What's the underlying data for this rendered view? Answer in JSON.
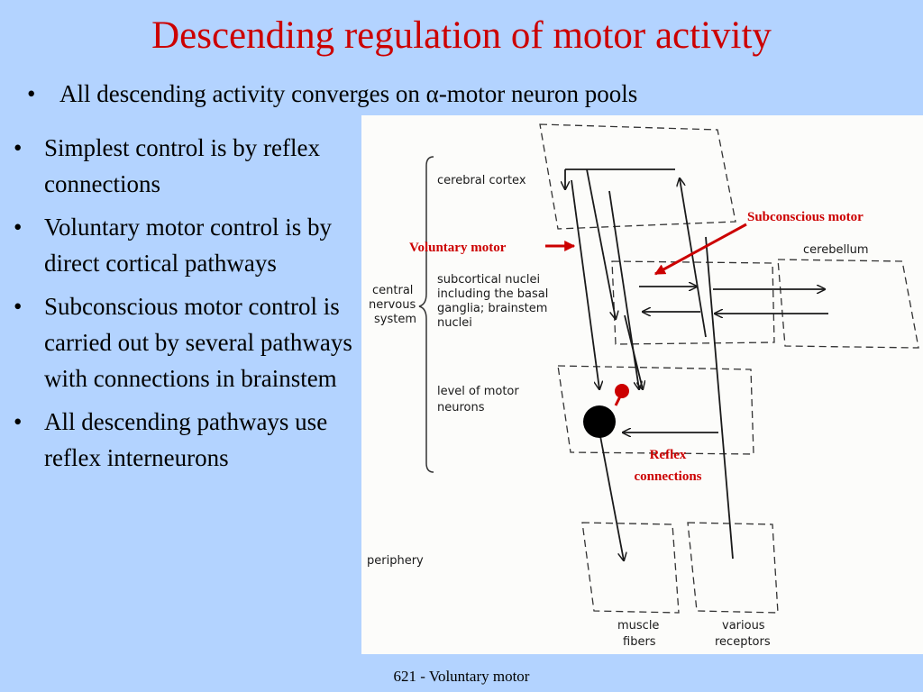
{
  "slide": {
    "title": "Descending regulation of motor activity",
    "subheading": {
      "text_before": "All descending activity converges on ",
      "alpha": "α",
      "text_after": "-motor neuron pools"
    },
    "bullets": [
      "Simplest control is by reflex connections",
      "Voluntary motor control is by direct cortical pathways",
      "Subconscious motor control is carried out by several pathways with connections in brainstem",
      "All descending pathways use reflex interneurons"
    ],
    "footer": "621 - Voluntary motor"
  },
  "diagram": {
    "labels": {
      "cerebral_cortex": "cerebral cortex",
      "cns_line1": "central",
      "cns_line2": "nervous",
      "cns_line3": "system",
      "subcortical_line1": "subcortical nuclei",
      "subcortical_line2": "including the basal",
      "subcortical_line3": "ganglia; brainstem",
      "subcortical_line4": "nuclei",
      "motor_level_line1": "level of motor",
      "motor_level_line2": "neurons",
      "cerebellum": "cerebellum",
      "periphery": "periphery",
      "muscle_line1": "muscle",
      "muscle_line2": "fibers",
      "receptors_line1": "various",
      "receptors_line2": "receptors"
    },
    "annotations": {
      "voluntary_motor": "Voluntary motor",
      "subconscious_motor": "Subconscious motor",
      "reflex_line1": "Reflex",
      "reflex_line2": "connections"
    },
    "colors": {
      "annotation": "#cc0000",
      "ink": "#1a1a1a"
    }
  }
}
